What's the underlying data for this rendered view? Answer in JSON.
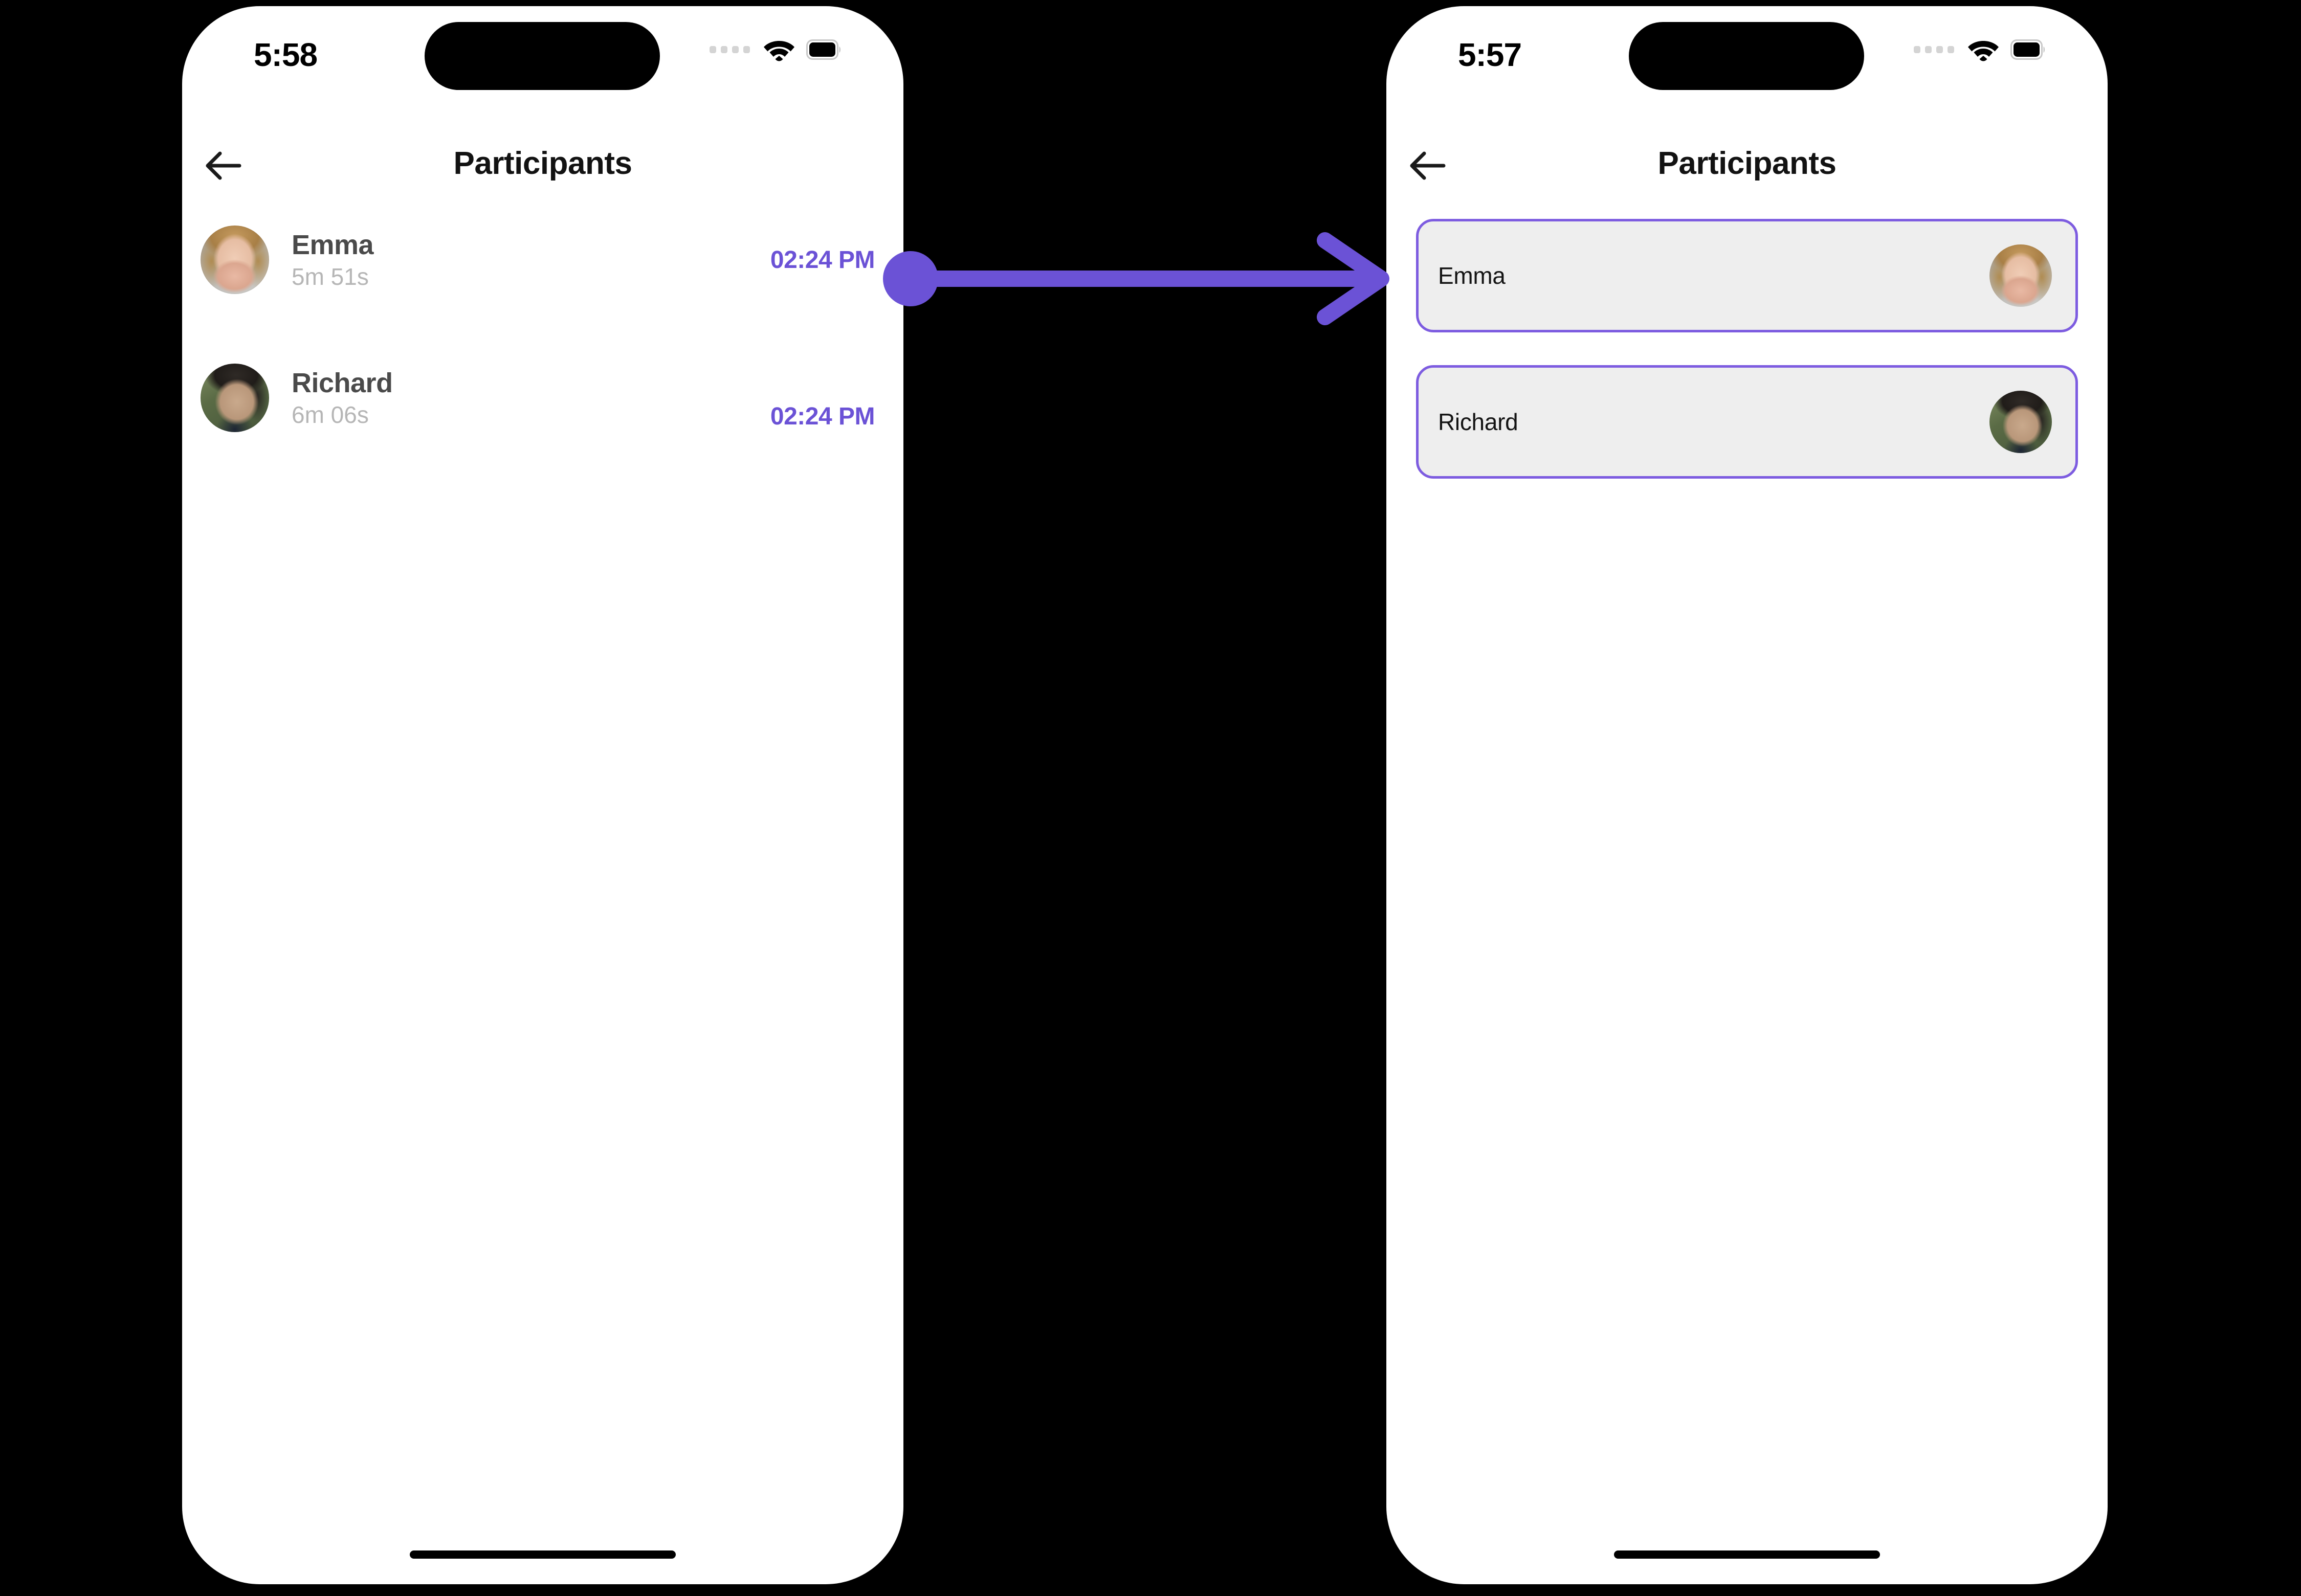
{
  "accent": "#7D5CE0",
  "timestamp_color": "#6B52D6",
  "card_fill": "#EEEEEE",
  "left_phone": {
    "status": {
      "time": "5:58",
      "cellular_icon": "cellular-dots-icon",
      "wifi_icon": "wifi-icon",
      "battery_icon": "battery-full-icon",
      "dynamic_island": "dynamic-island"
    },
    "nav": {
      "back_icon": "back-arrow-icon",
      "title": "Participants"
    },
    "participants": [
      {
        "name": "Emma",
        "duration": "5m 51s",
        "time": "02:24 PM",
        "avatar": "av-emma"
      },
      {
        "name": "Richard",
        "duration": "6m 06s",
        "time": "02:24 PM",
        "avatar": "av-richard"
      }
    ]
  },
  "right_phone": {
    "status": {
      "time": "5:57",
      "cellular_icon": "cellular-dots-icon",
      "wifi_icon": "wifi-icon",
      "battery_icon": "battery-full-icon",
      "dynamic_island": "dynamic-island"
    },
    "nav": {
      "back_icon": "back-arrow-icon",
      "title": "Participants"
    },
    "cards": [
      {
        "name": "Emma",
        "avatar": "av-emma"
      },
      {
        "name": "Richard",
        "avatar": "av-richard"
      }
    ]
  },
  "connector": {
    "type": "flow-arrow",
    "color": "#6B52D6",
    "direction": "left-to-right"
  }
}
